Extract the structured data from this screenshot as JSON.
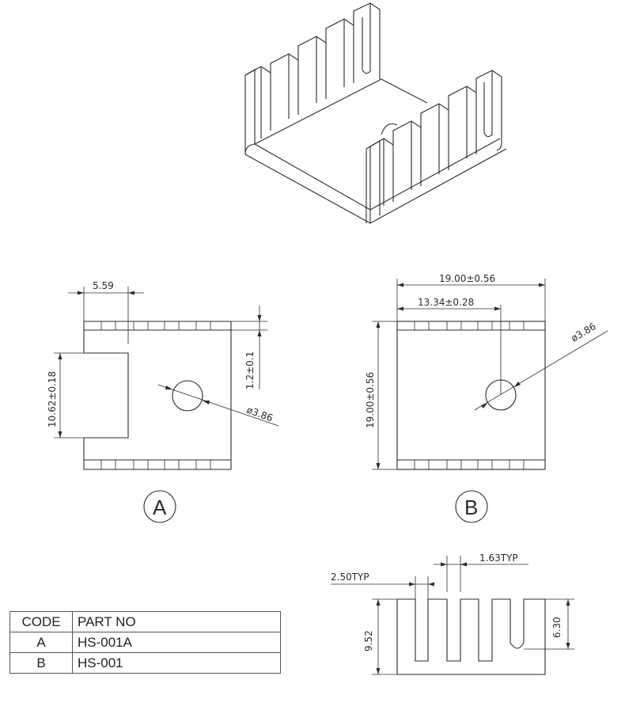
{
  "views": {
    "a": {
      "label": "A"
    },
    "b": {
      "label": "B"
    }
  },
  "dimensions": {
    "a_slot_width": "5.59",
    "a_opening_height": "10.62±0.18",
    "a_thickness": "1.2±0.1",
    "a_hole": "ø3.86",
    "b_width": "19.00±0.56",
    "b_hole_offset": "13.34±0.28",
    "b_height": "19.00±0.56",
    "b_hole": "ø3.86",
    "fin_gap": "2.50TYP",
    "fin_thickness": "1.63TYP",
    "fin_height": "9.52",
    "fin_slot_depth": "6.30"
  },
  "table": {
    "headers": [
      "CODE",
      "PART NO"
    ],
    "rows": [
      {
        "code": "A",
        "part_no": "HS-001A"
      },
      {
        "code": "B",
        "part_no": "HS-001"
      }
    ]
  }
}
